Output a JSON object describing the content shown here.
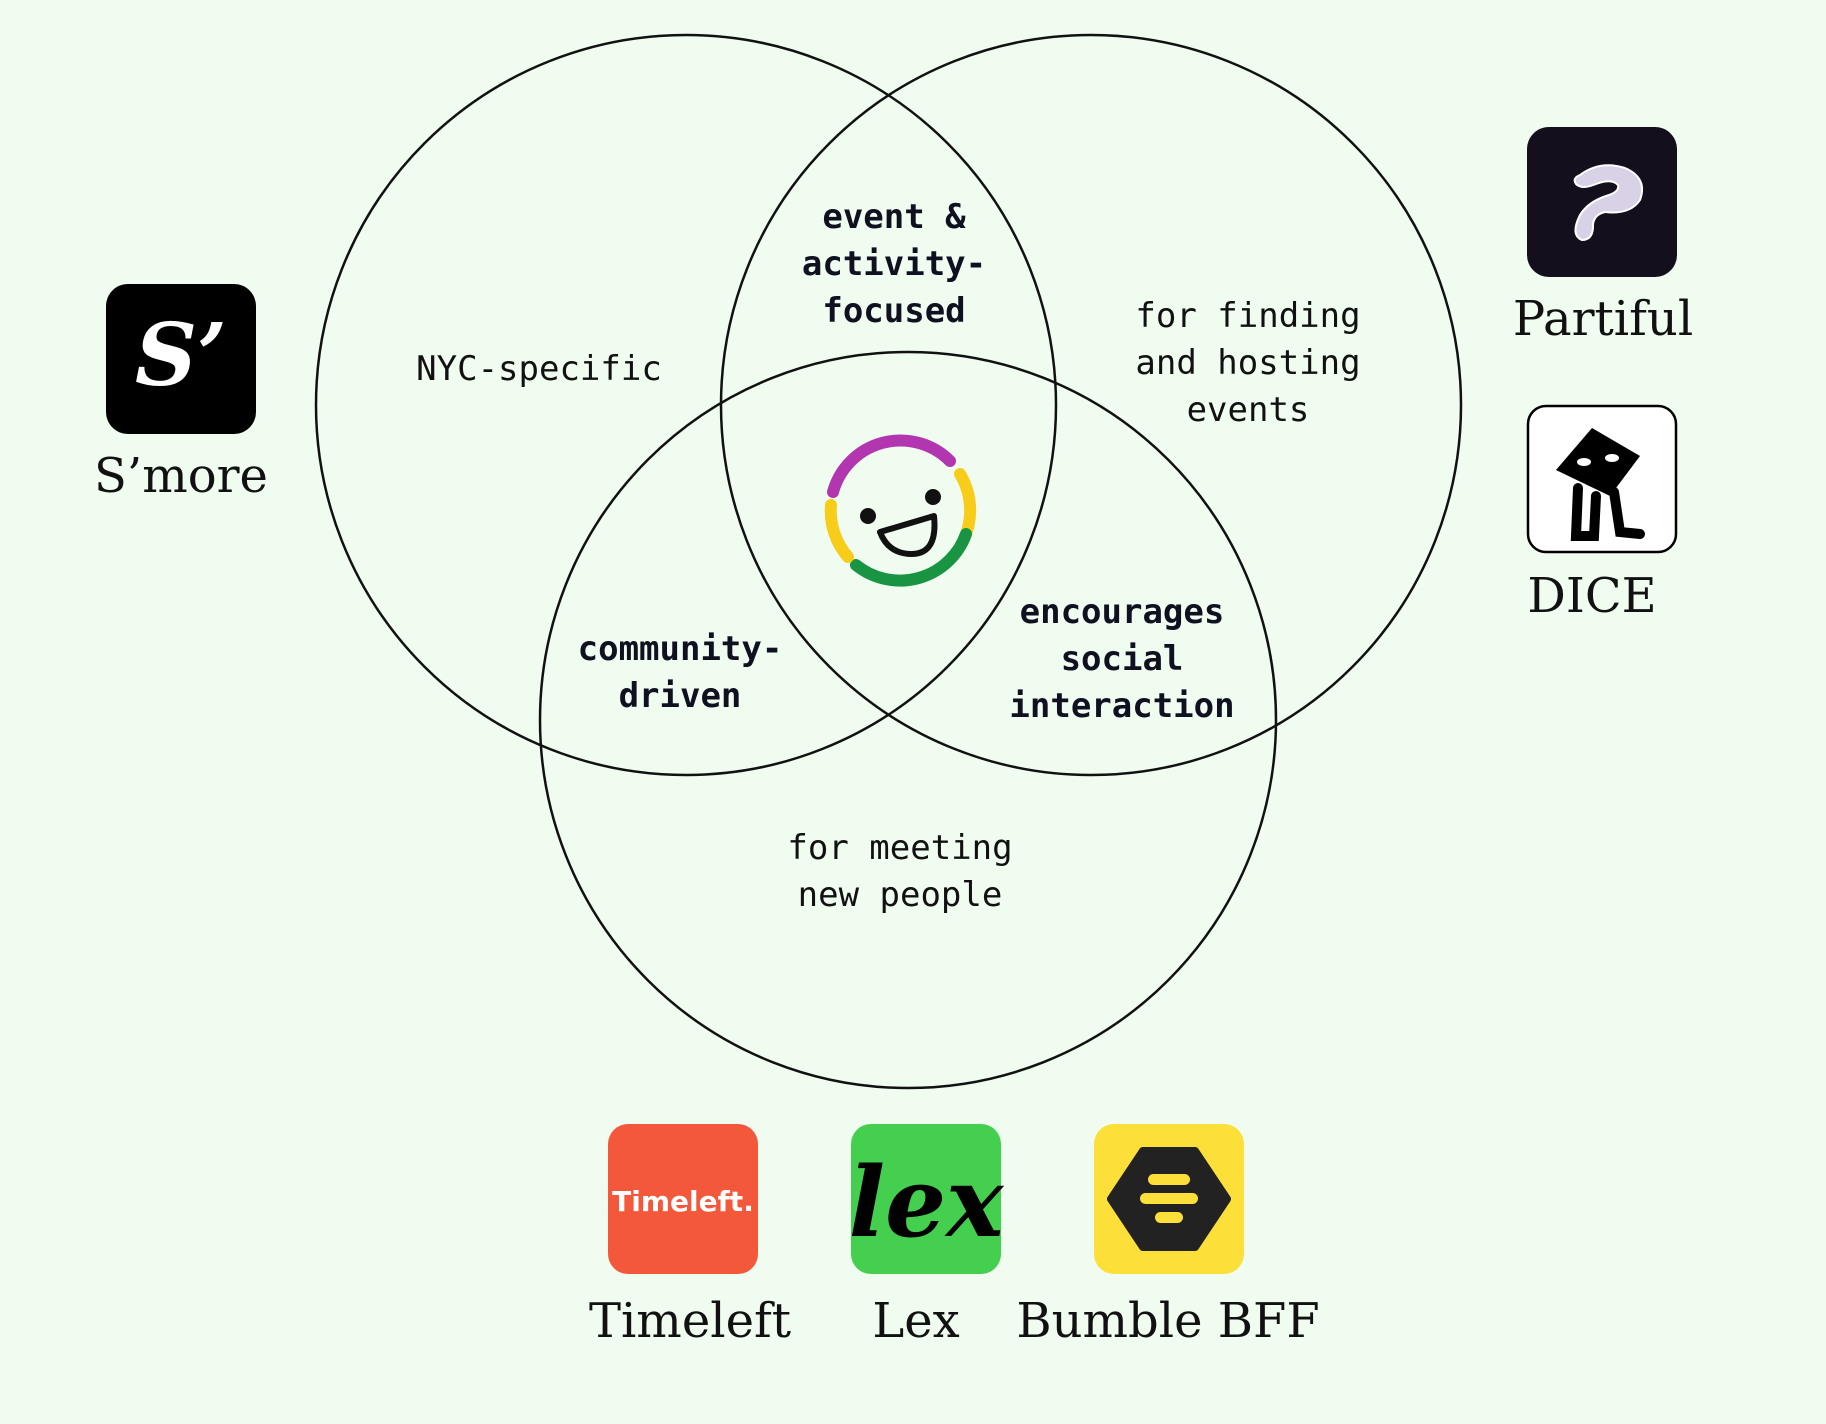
{
  "colors": {
    "background": "#effcef",
    "stroke": "#111111",
    "timeleft": "#f4583a",
    "lex": "#45cf4f",
    "bumble": "#fddf3a",
    "partiful": "#140f1c",
    "logo_purple": "#b236b0",
    "logo_yellow": "#f7cd1a",
    "logo_green": "#199443"
  },
  "regions": {
    "top_left_only": [
      "NYC-specific"
    ],
    "top_right_only": [
      "for finding",
      "and hosting",
      "events"
    ],
    "bottom_only": [
      "for meeting",
      "new people"
    ],
    "top_overlap": [
      "event &",
      "activity-",
      "focused"
    ],
    "left_overlap": [
      "community-",
      "driven"
    ],
    "right_overlap": [
      "encourages",
      "social",
      "interaction"
    ]
  },
  "center_logo": "smiling-face-ring-logo",
  "apps": {
    "smore": {
      "label": "S’more",
      "icon": "smore-icon",
      "glyph": "S’"
    },
    "partiful": {
      "label": "Partiful",
      "icon": "partiful-icon"
    },
    "dice": {
      "label": "DICE",
      "icon": "dice-icon"
    },
    "timeleft": {
      "label": "Timeleft",
      "icon": "timeleft-icon",
      "glyph": "Timeleft."
    },
    "lex": {
      "label": "Lex",
      "icon": "lex-icon",
      "glyph": "lex"
    },
    "bumble": {
      "label": "Bumble BFF",
      "icon": "bumble-icon"
    }
  }
}
